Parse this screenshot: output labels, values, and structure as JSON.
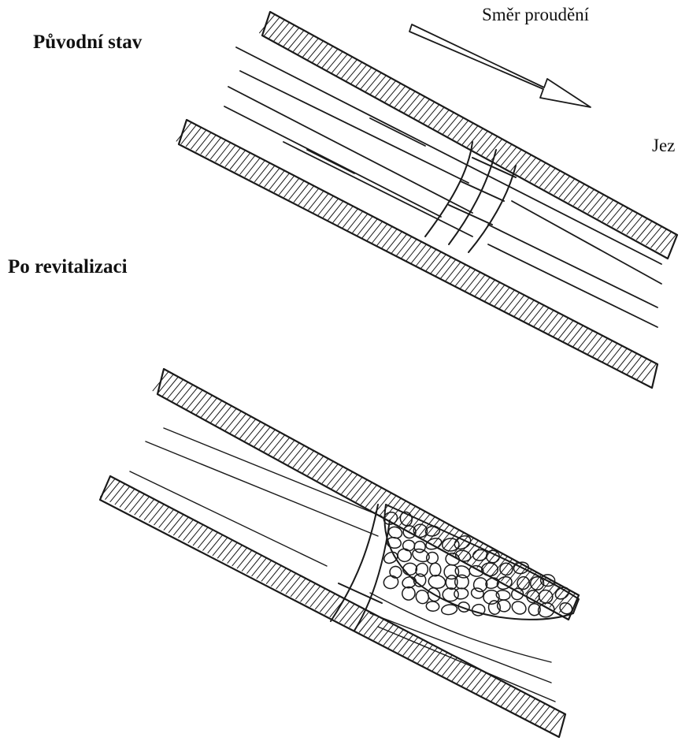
{
  "labels": {
    "original_state": "Původní stav",
    "after_revitalization": "Po revitalizaci",
    "flow_direction": "Směr proudění",
    "weir": "Jez"
  },
  "colors": {
    "ink": "#1a1a1a",
    "background": "#ffffff"
  }
}
